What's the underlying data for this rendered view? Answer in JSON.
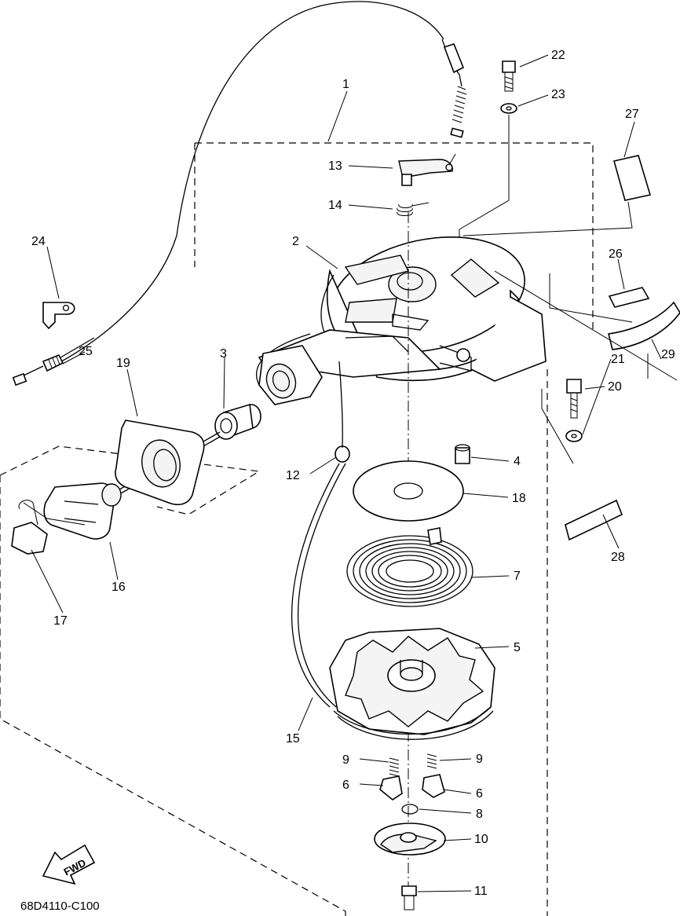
{
  "diagram_code": "68D4110-C100",
  "fwd_label": "FWD",
  "callouts": {
    "p1": "1",
    "p2": "2",
    "p3": "3",
    "p4": "4",
    "p5": "5",
    "p6a": "6",
    "p6b": "6",
    "p7": "7",
    "p8": "8",
    "p9a": "9",
    "p9b": "9",
    "p10": "10",
    "p11": "11",
    "p12": "12",
    "p13": "13",
    "p14": "14",
    "p15": "15",
    "p16": "16",
    "p17": "17",
    "p18": "18",
    "p19": "19",
    "p20": "20",
    "p21": "21",
    "p22": "22",
    "p23": "23",
    "p24": "24",
    "p25": "25",
    "p26": "26",
    "p27": "27",
    "p28": "28",
    "p29": "29"
  }
}
